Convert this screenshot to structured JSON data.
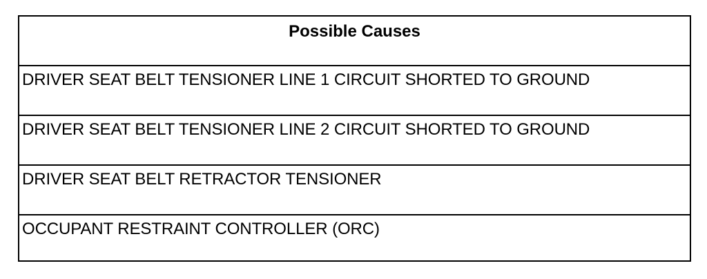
{
  "table": {
    "header": "Possible Causes",
    "rows": [
      "DRIVER SEAT BELT TENSIONER LINE 1 CIRCUIT SHORTED TO GROUND",
      "DRIVER SEAT BELT TENSIONER LINE 2 CIRCUIT SHORTED TO GROUND",
      "DRIVER SEAT BELT RETRACTOR TENSIONER",
      "OCCUPANT RESTRAINT CONTROLLER (ORC)"
    ]
  }
}
